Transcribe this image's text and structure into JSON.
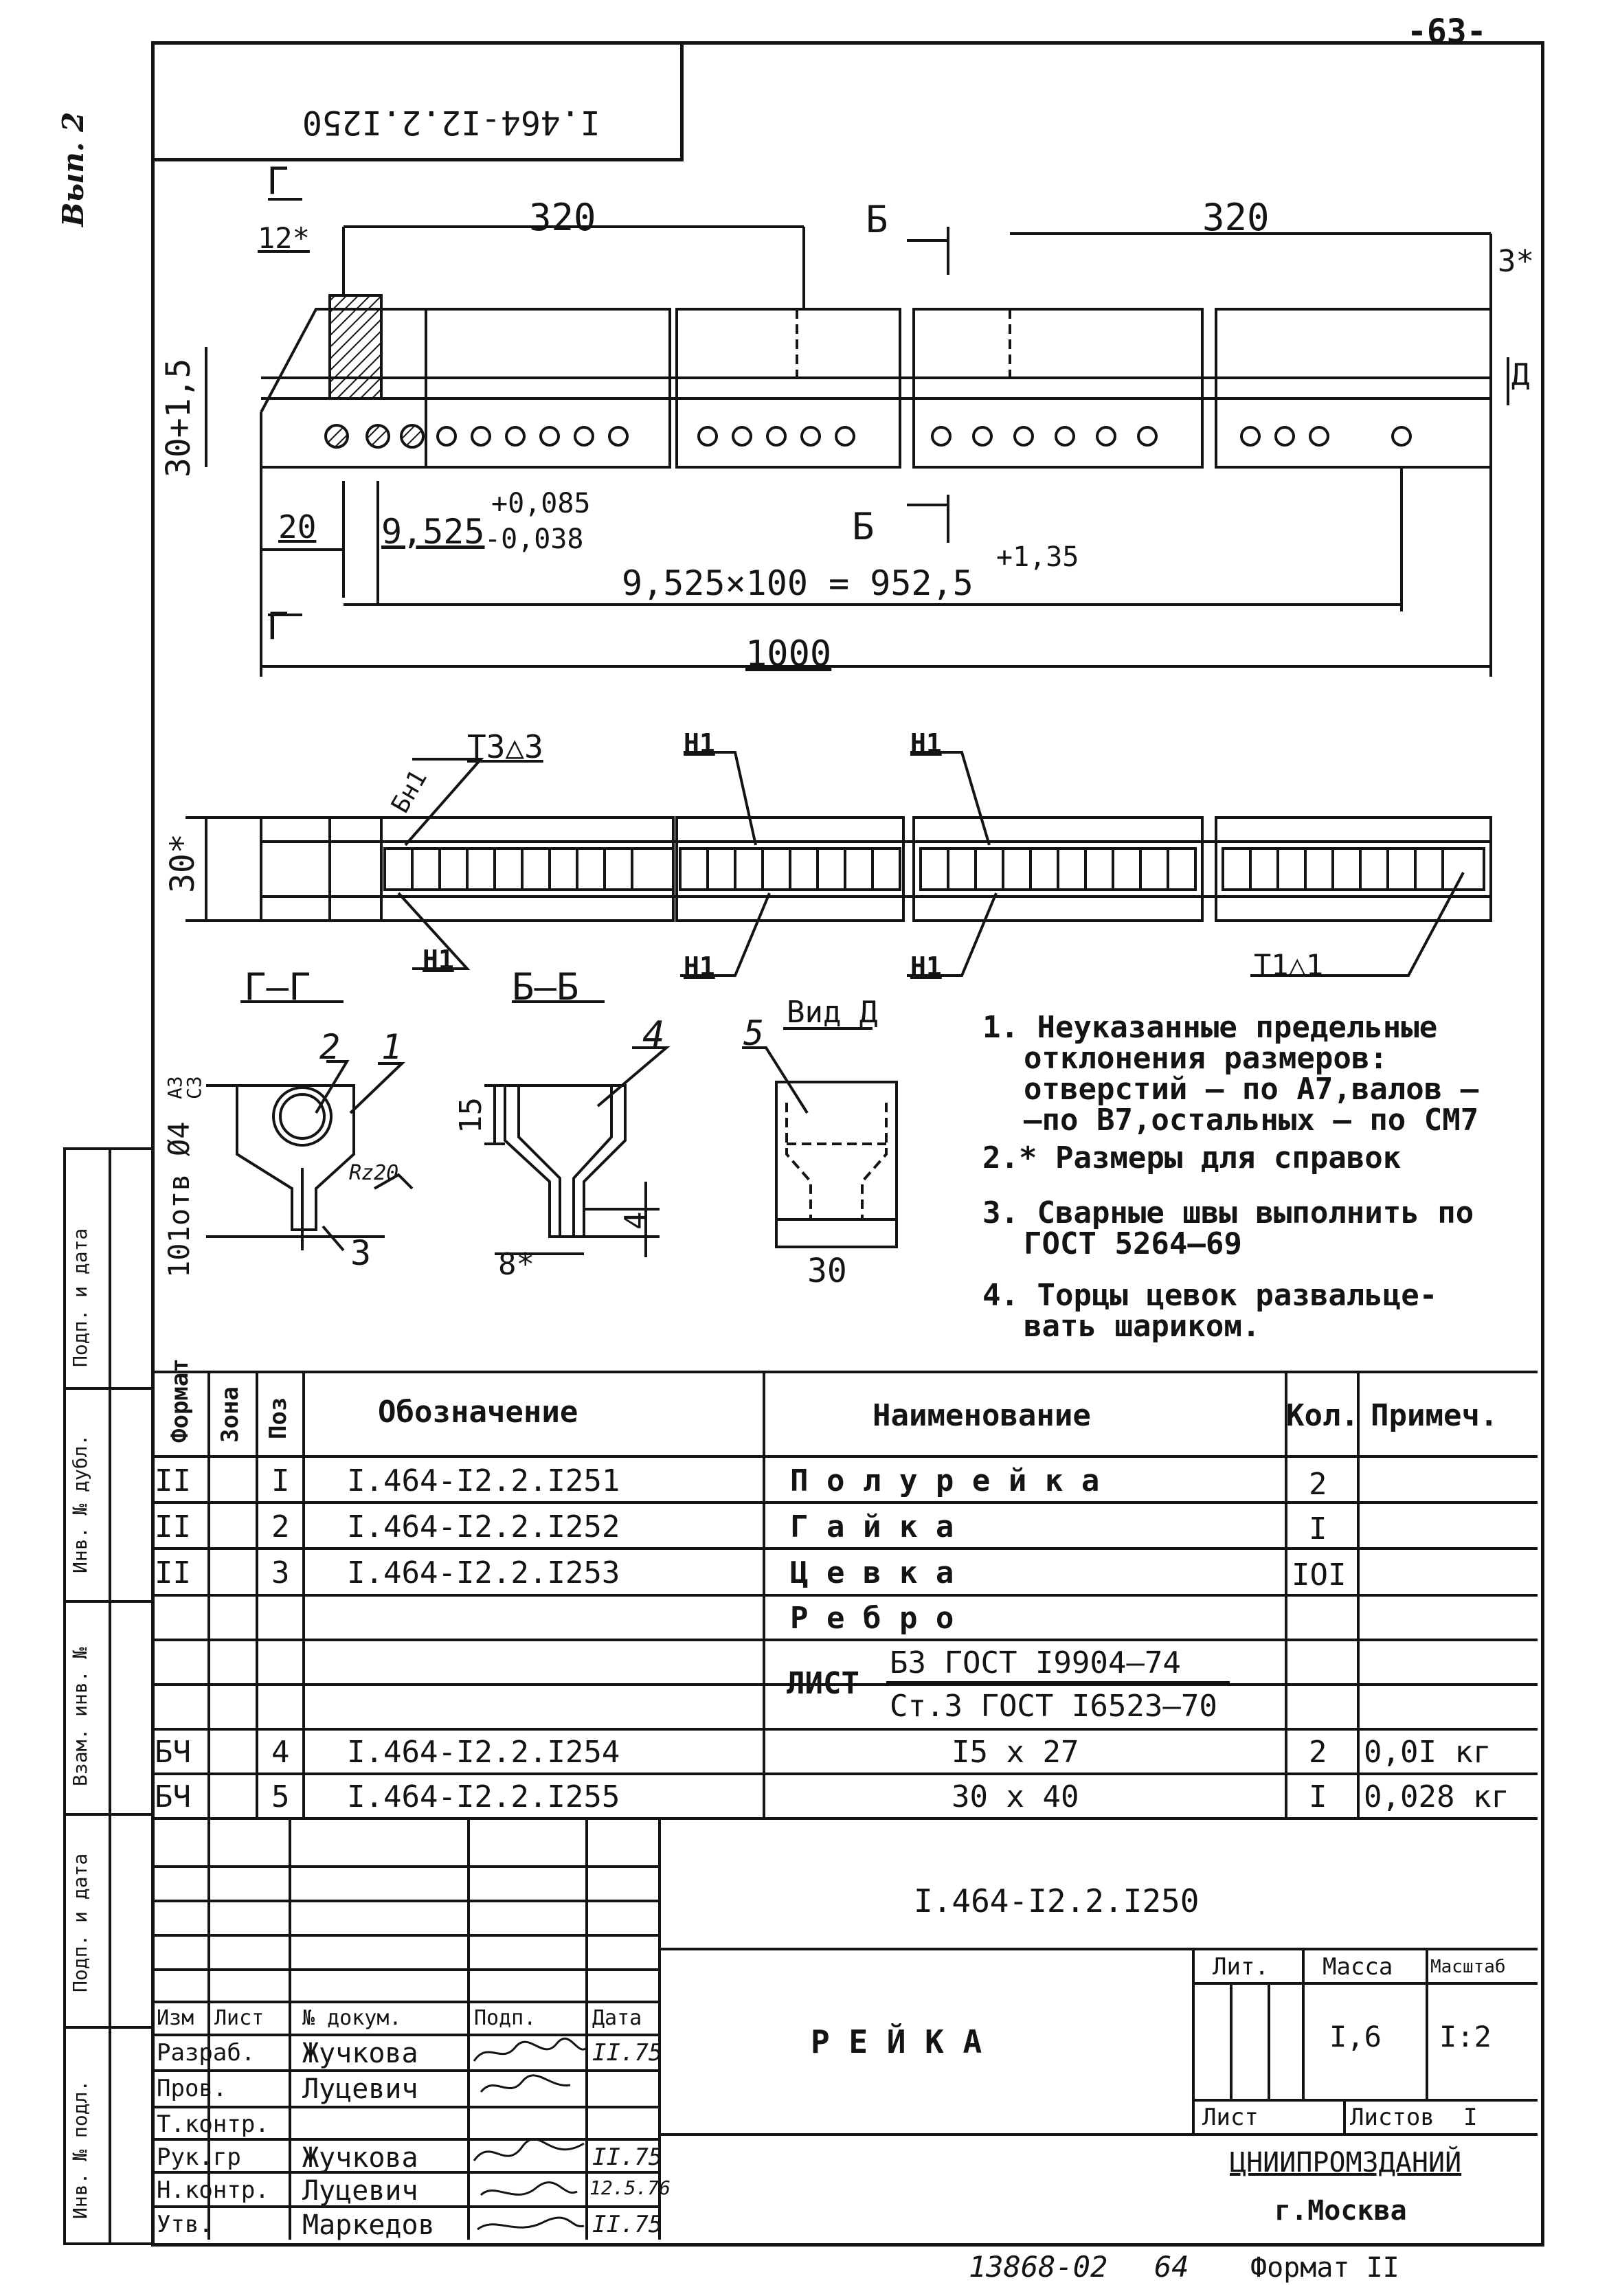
{
  "sheet": {
    "page_number": "-63-",
    "vypusk": "Вып. 2",
    "rotated_code": "I.464-I2.2.I250",
    "bottom_number": "13868-02",
    "bottom_page": "64",
    "format": "Формат II"
  },
  "side_stamp": [
    "Подп. и дата",
    "Инв. № дубл.",
    "Взам. инв. №",
    "Подп. и дата",
    "Инв. № подл."
  ],
  "drawing": {
    "dims": {
      "d320_left": "320",
      "d320_right": "320",
      "d12": "12*",
      "d3": "3*",
      "d30_tol": "30+1,5",
      "d20": "20",
      "pitch": "9,525",
      "pitch_tol_up": "+0,085",
      "pitch_tol_low": "-0,038",
      "total_pitch": "9,525×100 = 952,5",
      "total_pitch_tol": "+1,35",
      "d1000": "1000",
      "d30_plan": "30*",
      "d15": "15",
      "d4": "4",
      "d8": "8*",
      "d30_view": "30",
      "d101": "101отв Ø4",
      "d101_tol_up": "A3",
      "d101_tol_low": "C3",
      "rz": "Rz20"
    },
    "section_marks": {
      "g_top": "Г",
      "g_bottom": "Г",
      "b_top": "Б",
      "b_bottom": "Б",
      "d_view": "Д"
    },
    "weld_marks": {
      "t3": "Т3△3",
      "bn1": "Бн1",
      "n1": "Н1",
      "t1": "Т1△1"
    },
    "section_titles": {
      "gg": "Г—Г",
      "bb": "Б—Б",
      "vid": "Вид Д"
    },
    "leaders": {
      "p1": "1",
      "p2": "2",
      "p3": "3",
      "p4": "4",
      "p5": "5"
    }
  },
  "notes": [
    "1. Неуказанные предельные",
    "отклонения размеров:",
    "отверстий – по А7,валов –",
    "–по В7,остальных – по СМ7",
    "2.* Размеры для справок",
    "3. Сварные швы выполнить по",
    "ГОСТ 5264–69",
    "4. Торцы цевок развальце-",
    "вать шариком."
  ],
  "spec": {
    "headers": {
      "format": "Формат",
      "zone": "Зона",
      "pos": "Поз",
      "designation": "Обозначение",
      "name": "Наименование",
      "qty": "Кол.",
      "note": "Примеч."
    },
    "rows": [
      {
        "format": "II",
        "zone": "",
        "pos": "I",
        "designation": "I.464-I2.2.I251",
        "name": "П о л у р е й к а",
        "qty": "2",
        "note": ""
      },
      {
        "format": "II",
        "zone": "",
        "pos": "2",
        "designation": "I.464-I2.2.I252",
        "name": "Г а й к а",
        "qty": "I",
        "note": ""
      },
      {
        "format": "II",
        "zone": "",
        "pos": "3",
        "designation": "I.464-I2.2.I253",
        "name": "Ц е в к а",
        "qty": "IOI",
        "note": ""
      },
      {
        "format": "",
        "zone": "",
        "pos": "",
        "designation": "",
        "name": "Р е б р о",
        "qty": "",
        "note": ""
      },
      {
        "format": "",
        "zone": "",
        "pos": "",
        "designation": "",
        "name": "",
        "qty": "",
        "note": ""
      },
      {
        "format": "",
        "zone": "",
        "pos": "",
        "designation": "",
        "name": "",
        "qty": "",
        "note": ""
      },
      {
        "format": "БЧ",
        "zone": "",
        "pos": "4",
        "designation": "I.464-I2.2.I254",
        "name": "I5 x 27",
        "qty": "2",
        "note": "0,0I кг"
      },
      {
        "format": "БЧ",
        "zone": "",
        "pos": "5",
        "designation": "I.464-I2.2.I255",
        "name": "30 x 40",
        "qty": "I",
        "note": "0,028 кг"
      }
    ],
    "material": {
      "prefix": "ЛИСТ",
      "top": "Б3 ГОСТ I9904–74",
      "bottom": "Ст.3 ГОСТ I6523–70"
    }
  },
  "title_block": {
    "doc_code": "I.464-I2.2.I250",
    "part_name": "Р Е Й К А",
    "col_headers": {
      "izm": "Изм",
      "list": "Лист",
      "doc": "№ докум.",
      "sign": "Подп.",
      "date": "Дата"
    },
    "roles": [
      {
        "role": "Разраб.",
        "name": "Жучкова",
        "date": "II.75"
      },
      {
        "role": "Пров.",
        "name": "Луцевич",
        "date": ""
      },
      {
        "role": "Т.контр.",
        "name": "",
        "date": ""
      },
      {
        "role": "Рук.гр",
        "name": "Жучкова",
        "date": "II.75"
      },
      {
        "role": "Н.контр.",
        "name": "Луцевич",
        "date": "12.5.76"
      },
      {
        "role": "Утв.",
        "name": "Маркедов",
        "date": "II.75"
      }
    ],
    "lit_label": "Лит.",
    "mass_label": "Масса",
    "scale_label": "Масштаб",
    "mass_value": "I,6",
    "scale_value": "I:2",
    "sheet_label": "Лист",
    "sheets_label": "Листов",
    "sheets_value": "I",
    "org": "ЦНИИПРОМЗДАНИЙ",
    "city": "г.Москва"
  }
}
